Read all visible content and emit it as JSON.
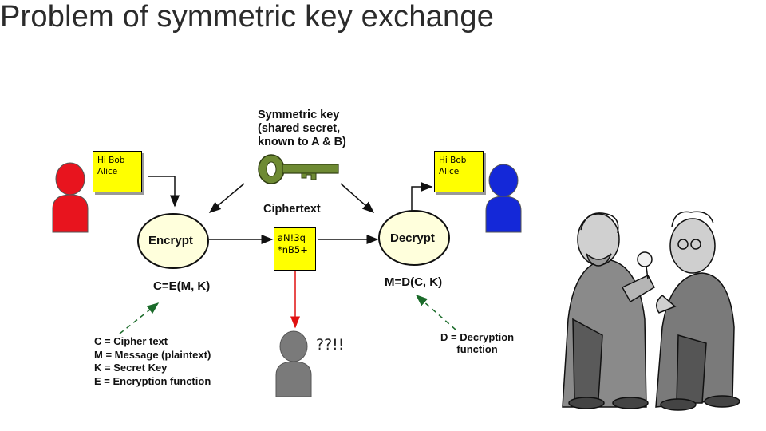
{
  "title": "Problem of symmetric key exchange",
  "key_caption": [
    "Symmetric key",
    "(shared secret,",
    "known to A & B)"
  ],
  "ciphertext_label": "Ciphertext",
  "sender_note": [
    "Hi Bob",
    "Alice"
  ],
  "receiver_note": [
    "Hi Bob",
    "Alice"
  ],
  "encrypt_label": "Encrypt",
  "decrypt_label": "Decrypt",
  "cipher_doc": [
    "aN!3q",
    "*nB5+"
  ],
  "encrypt_formula": "C=E(M, K)",
  "decrypt_formula": "M=D(C, K)",
  "eavesdropper_text": "??!!",
  "legend": [
    "C = Cipher text",
    "M = Message (plaintext)",
    "K = Secret Key",
    "E = Encryption function"
  ],
  "decrypt_note": [
    "D = Decryption",
    "function"
  ],
  "colors": {
    "sender": "#e8141e",
    "receiver": "#1428d8",
    "eavesdropper": "#777777",
    "note": "#ffff00",
    "ellipse": "#ffffdc",
    "key": "#6e8a33",
    "red_arrow": "#e01010",
    "dashed_arrow": "#1b6b2a"
  },
  "icons": [
    "key-icon",
    "sender-person-icon",
    "receiver-person-icon",
    "eavesdropper-person-icon",
    "two-men-cartoon"
  ]
}
